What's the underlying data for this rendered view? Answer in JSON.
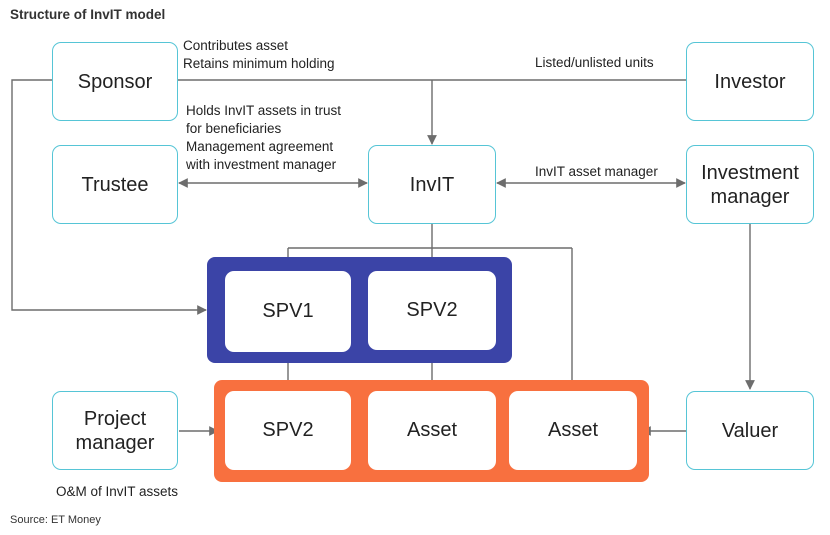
{
  "title": "Structure of InvIT model",
  "source": "Source: ET Money",
  "nodes": {
    "sponsor": "Sponsor",
    "investor": "Investor",
    "trustee": "Trustee",
    "invit": "InvIT",
    "investment_manager": "Investment manager",
    "project_manager": "Project manager",
    "valuer": "Valuer"
  },
  "spv_group": {
    "items": [
      "SPV1",
      "SPV2"
    ],
    "color": "#3b44a7"
  },
  "asset_group": {
    "items": [
      "SPV2",
      "Asset",
      "Asset"
    ],
    "color": "#f8703f"
  },
  "annotations": {
    "sponsor_line1": "Contributes asset",
    "sponsor_line2": "Retains minimum holding",
    "investor": "Listed/unlisted units",
    "trustee_line1": "Holds InvIT assets in trust",
    "trustee_line2": "for beneficiaries",
    "trustee_line3": "Management agreement",
    "trustee_line4": "with investment manager",
    "manager": "InvIT asset manager",
    "project_manager": "O&M of InvIT assets"
  },
  "colors": {
    "box_border": "#56c5d6",
    "arrow": "#6d6d6d"
  }
}
